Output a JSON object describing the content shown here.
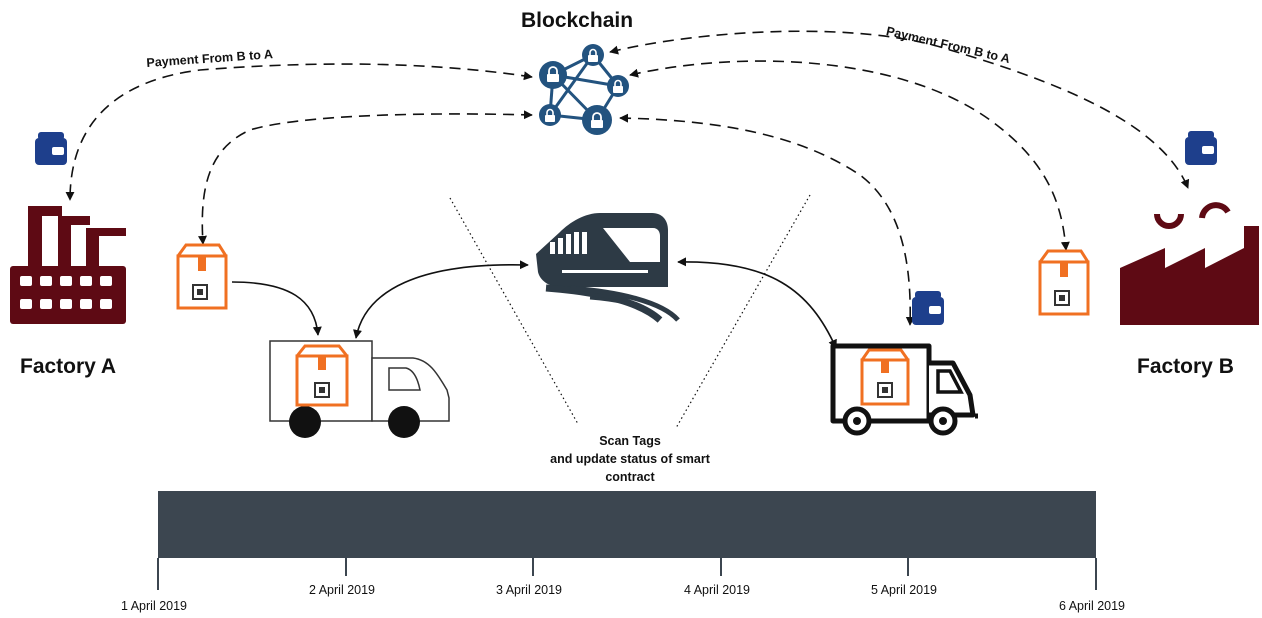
{
  "title": "Blockchain",
  "payment_labels": [
    "Payment From B to A",
    "Payment From B to A"
  ],
  "factories": [
    "Factory A",
    "Factory B"
  ],
  "scan_note": [
    "Scan Tags",
    "and update status of smart",
    "contract"
  ],
  "timeline": {
    "dates": [
      "1 April 2019",
      "2 April 2019",
      "3 April 2019",
      "4 April 2019",
      "5 April 2019",
      "6 April 2019"
    ]
  },
  "colors": {
    "factory": "#5e0a14",
    "blockchain": "#23537f",
    "box": "#f07022",
    "wallet": "#1e3f8c",
    "train": "#2d3a45",
    "timeline": "#3c4650"
  },
  "icons": [
    "factory-a-icon",
    "factory-b-icon",
    "blockchain-network-icon",
    "wallet-icon",
    "package-tag-icon",
    "truck-icon",
    "train-icon"
  ]
}
